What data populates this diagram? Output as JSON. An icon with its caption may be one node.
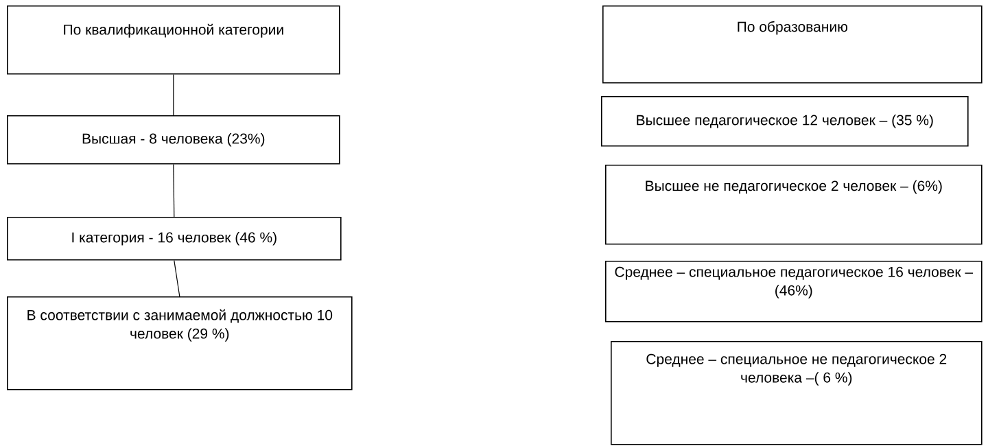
{
  "diagram": {
    "nodes": [
      {
        "text": [
          "По квалификационной категории"
        ]
      },
      {
        "text": [
          "Высшая - 8 человека (23%)"
        ]
      },
      {
        "text": [
          "I категория - 16 человек (46 %)"
        ]
      },
      {
        "text": [
          "В соответствии с занимаемой должностью 10 человек (29 %)"
        ]
      },
      {
        "text": [
          "По образованию"
        ]
      },
      {
        "text": [
          "Высшее педагогическое 12 человек – (35 %)"
        ]
      },
      {
        "text": [
          "Высшее не педагогическое 2 человек – (6%)"
        ]
      },
      {
        "text": [
          "Среднее – специальное педагогическое 16 человек – (46%)"
        ]
      },
      {
        "text": [
          "Среднее – специальное не педагогическое 2 человека –( 6 %)"
        ]
      }
    ],
    "edges": [
      {
        "from": 0,
        "to": 1,
        "arrow": "none"
      },
      {
        "from": 1,
        "to": 2,
        "arrow": "none"
      },
      {
        "from": 2,
        "to": 3,
        "arrow": "none"
      }
    ]
  }
}
